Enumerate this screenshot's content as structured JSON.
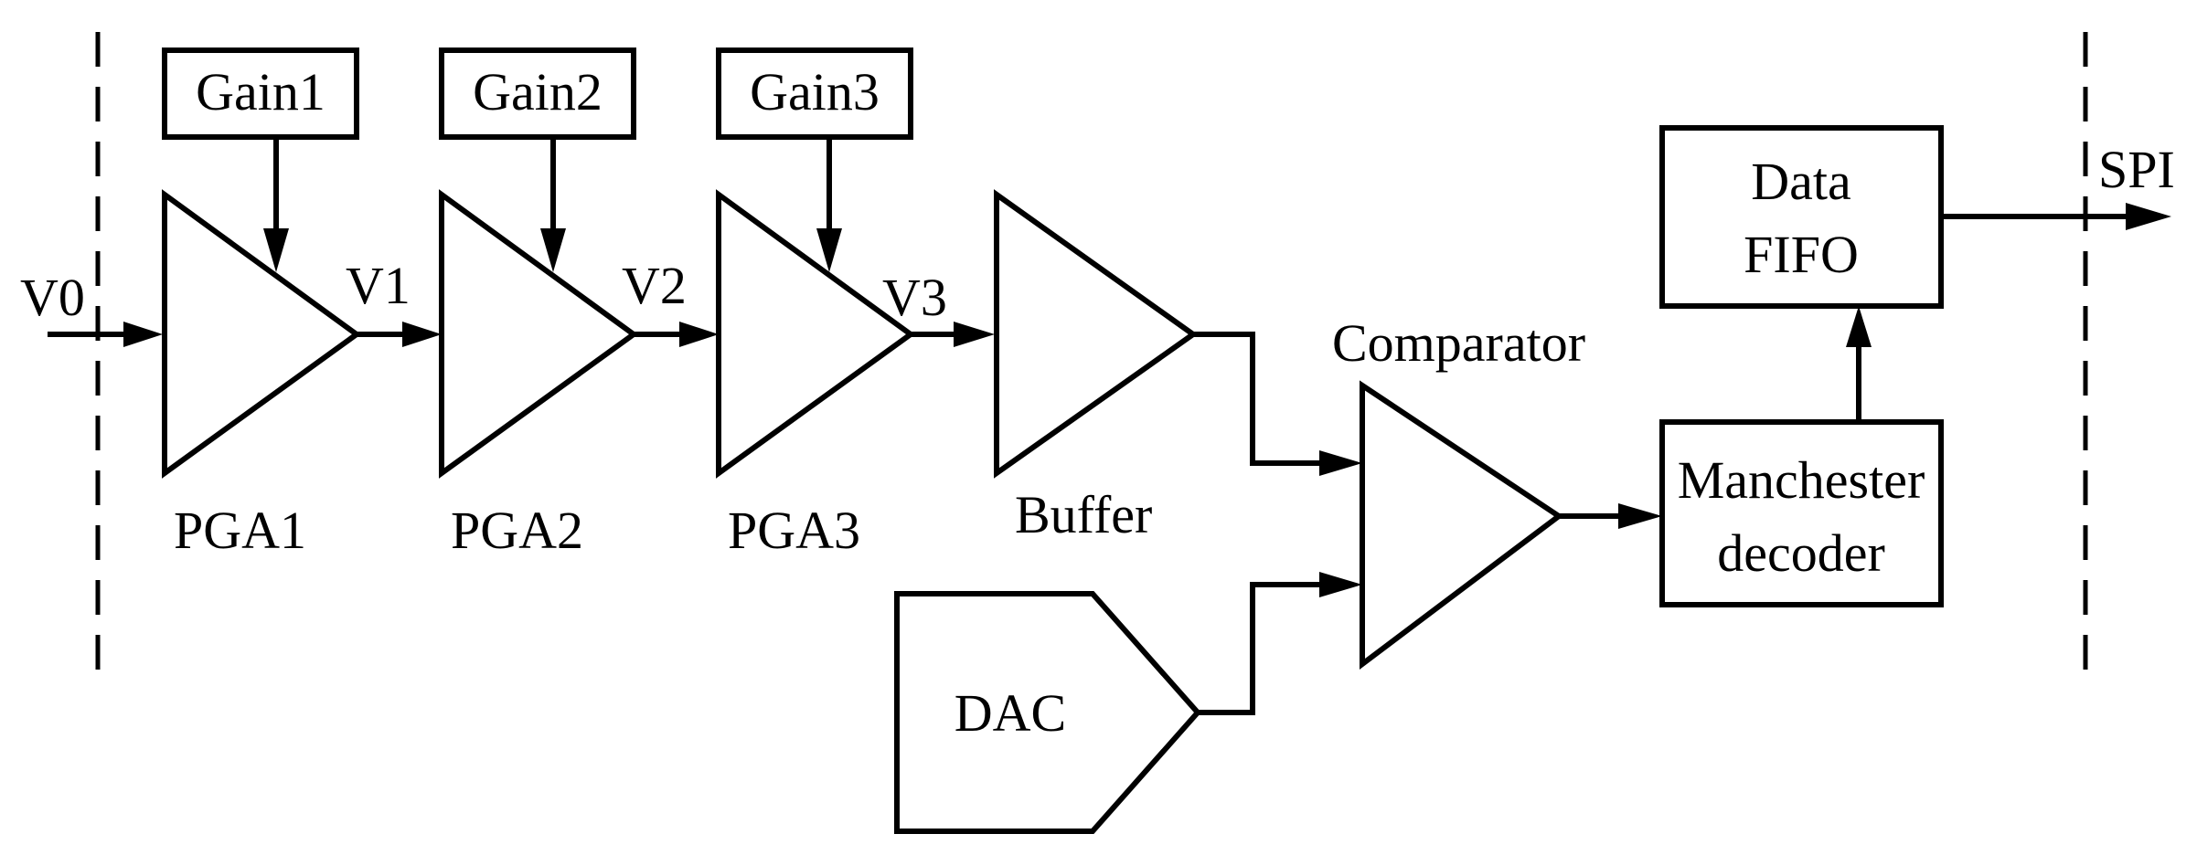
{
  "boundaries": {
    "left": "dashed",
    "right": "dashed"
  },
  "signals": {
    "v0": "V0",
    "v1": "V1",
    "v2": "V2",
    "v3": "V3",
    "spi": "SPI"
  },
  "gain_blocks": {
    "gain1": "Gain1",
    "gain2": "Gain2",
    "gain3": "Gain3"
  },
  "amplifiers": {
    "pga1": "PGA1",
    "pga2": "PGA2",
    "pga3": "PGA3",
    "buffer": "Buffer",
    "comparator": "Comparator"
  },
  "dac": {
    "label": "DAC"
  },
  "manchester": {
    "line1": "Manchester",
    "line2": "decoder"
  },
  "fifo": {
    "line1": "Data",
    "line2": "FIFO"
  }
}
